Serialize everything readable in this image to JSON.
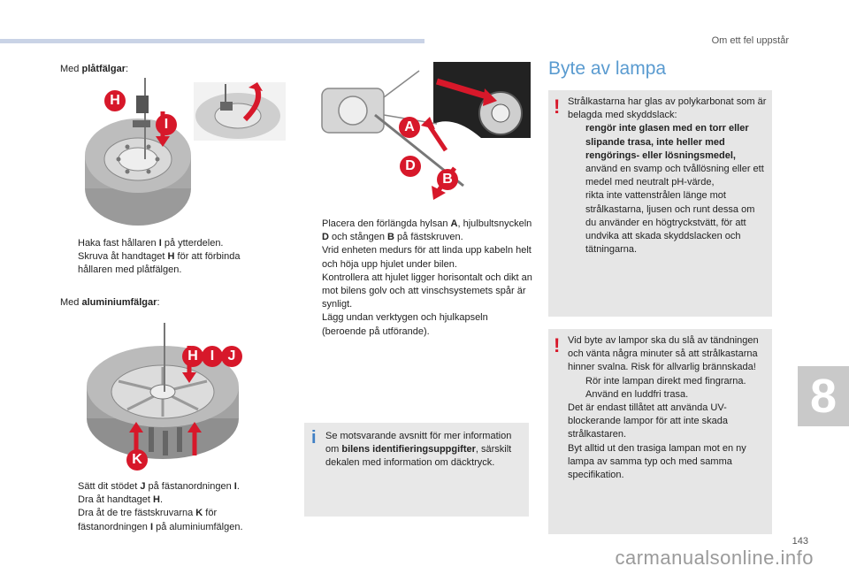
{
  "header": {
    "section_title": "Om ett fel uppstår"
  },
  "left": {
    "steel_label_prefix": "Med ",
    "steel_label_bold": "plåtfälgar",
    "steel_label_suffix": ":",
    "steel_steps": [
      {
        "pre": "Haka fast hållaren ",
        "b": "I",
        "post": " på ytterdelen."
      },
      {
        "pre": "Skruva åt handtaget ",
        "b": "H",
        "post": " för att förbinda hållaren med plåtfälgen."
      }
    ],
    "alu_label_prefix": "Med ",
    "alu_label_bold": "aluminiumfälgar",
    "alu_label_suffix": ":",
    "alu_steps": [
      {
        "pre": "Sätt dit stödet ",
        "b": "J",
        "post": " på fästanordningen ",
        "b2": "I",
        "post2": "."
      },
      {
        "pre": "Dra åt handtaget ",
        "b": "H",
        "post": "."
      },
      {
        "pre": "Dra åt de tre fästskruvarna ",
        "b": "K",
        "post": " för fästanordningen ",
        "b2": "I",
        "post2": " på aluminiumfälgen."
      }
    ],
    "letters": {
      "H": "H",
      "I": "I",
      "J": "J",
      "K": "K"
    }
  },
  "middle": {
    "steps": [
      {
        "pre": "Placera den förlängda hylsan ",
        "b": "A",
        "post": ", hjulbultsnyckeln ",
        "b2": "D",
        "post2": " och stången ",
        "b3": "B",
        "post3": " på fästskruven."
      },
      {
        "pre": "Vrid enheten medurs för att linda upp kabeln helt och höja upp hjulet under bilen."
      },
      {
        "pre": "Kontrollera att hjulet ligger horisontalt och dikt an mot bilens golv och att vinschsystemets spår är synligt."
      },
      {
        "pre": "Lägg undan verktygen och hjulkapseln (beroende på utförande)."
      }
    ],
    "letters": {
      "A": "A",
      "D": "D",
      "B": "B"
    },
    "info_pre": "Se motsvarande avsnitt för mer information om ",
    "info_b": "bilens identifieringsuppgifter",
    "info_post": ", särskilt dekalen med information om däcktryck."
  },
  "right": {
    "title": "Byte av lampa",
    "warn1_intro": "Strålkastarna har glas av polykarbonat som är belagda med skyddslack:",
    "warn1_items": [
      {
        "b": "rengör inte glasen med en torr eller slipande trasa, inte heller med rengörings- eller lösningsmedel,"
      },
      {
        "t": "använd en svamp och tvållösning eller ett medel med neutralt pH-värde,"
      },
      {
        "t": "rikta inte vattenstrålen länge mot strålkastarna, ljusen och runt dessa om du använder en högtryckstvätt, för att undvika att skada skyddslacken och tätningarna."
      }
    ],
    "warn2_intro": "Vid byte av lampor ska du slå av tändningen och vänta några minuter så att strålkastarna hinner svalna. Risk för allvarlig brännskada!",
    "warn2_items": [
      {
        "t": "Rör inte lampan direkt med fingrarna. Använd en luddfri trasa."
      }
    ],
    "warn2_p2": "Det är endast tillåtet att använda UV-blockerande lampor för att inte skada strålkastaren.",
    "warn2_p3": "Byt alltid ut den trasiga lampan mot en ny lampa av samma typ och med samma specifikation."
  },
  "bullet_glyph": "",
  "warning_glyph": "!",
  "info_glyph": "i",
  "chapter_number": "8",
  "page_number": "143",
  "watermark": "carmanualsonline.info",
  "colors": {
    "accent_red": "#d7182a",
    "title_blue": "#5a9bd0",
    "box_gray": "#e6e6e6",
    "header_bar": "#c9d3e6"
  }
}
